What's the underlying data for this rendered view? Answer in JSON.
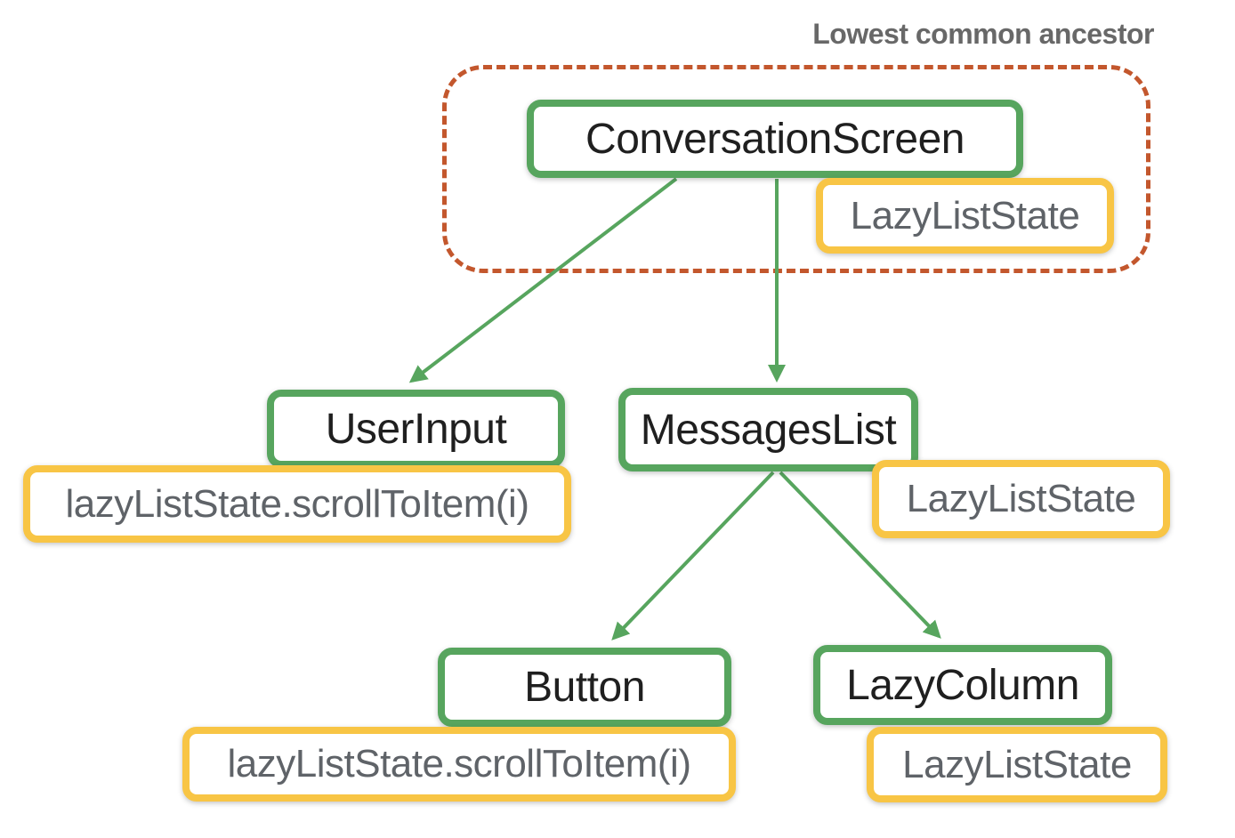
{
  "title": "Lowest common ancestor",
  "colors": {
    "green": "#57A55E",
    "yellow": "#F8C545",
    "dashed": "#C3572D",
    "label-text": "#1F1F1F",
    "state-text": "#5F6368",
    "title-text": "#686868",
    "box-bg": "#FFFFFF"
  },
  "nodes": {
    "conversationScreen": {
      "label": "ConversationScreen"
    },
    "userInput": {
      "label": "UserInput"
    },
    "messagesList": {
      "label": "MessagesList"
    },
    "button": {
      "label": "Button"
    },
    "lazyColumn": {
      "label": "LazyColumn"
    }
  },
  "states": {
    "hoisted": {
      "label": "LazyListState"
    },
    "userInputCall": {
      "label": "lazyListState.scrollToItem(i)"
    },
    "messagesListState": {
      "label": "LazyListState"
    },
    "buttonCall": {
      "label": "lazyListState.scrollToItem(i)"
    },
    "lazyColumnState": {
      "label": "LazyListState"
    }
  },
  "edges": [
    {
      "from": "ConversationScreen",
      "to": "UserInput"
    },
    {
      "from": "ConversationScreen",
      "to": "MessagesList"
    },
    {
      "from": "MessagesList",
      "to": "Button"
    },
    {
      "from": "MessagesList",
      "to": "LazyColumn"
    }
  ]
}
